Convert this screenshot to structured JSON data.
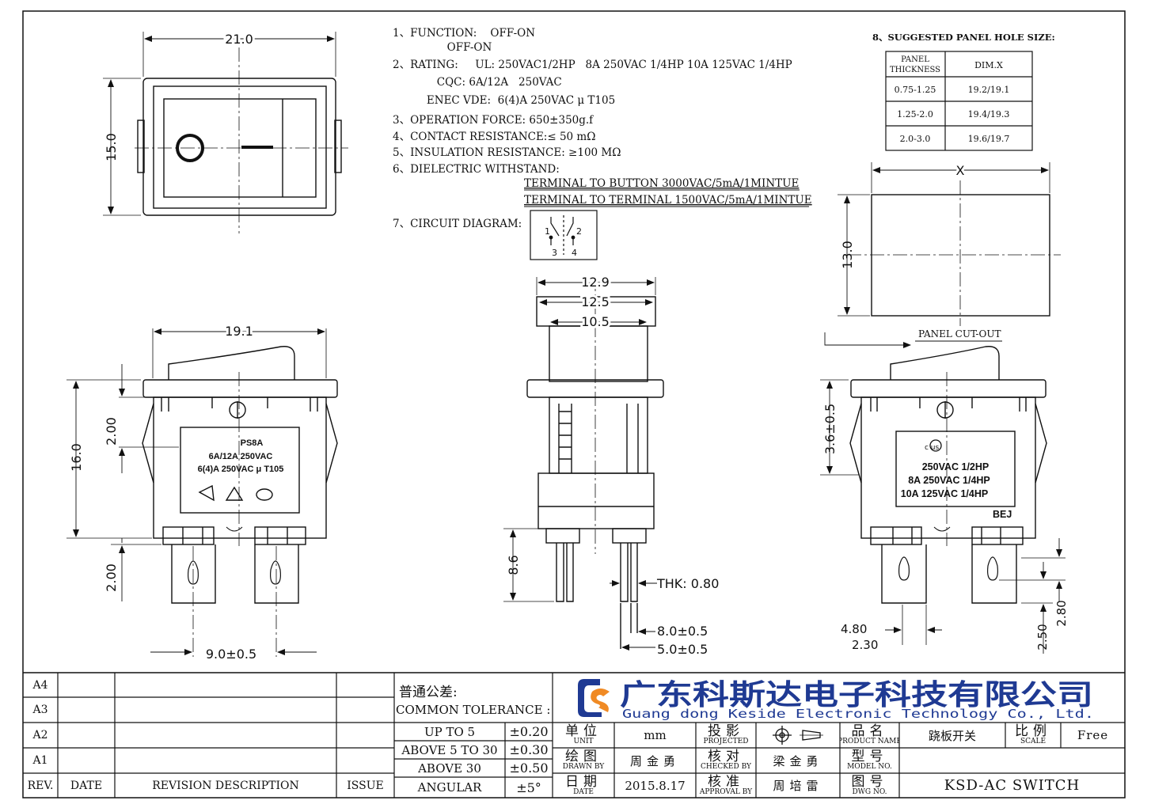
{
  "views": {
    "top_view": {
      "dim_width": "21.0",
      "dim_height": "15.0"
    },
    "front_view": {
      "dim_width": "19.1",
      "dim_height": "16.0",
      "dim_upper": "2.00",
      "dim_lower": "2.00",
      "dim_pitch": "9.0±0.5",
      "label_lines": [
        "PS8A",
        "6A/12A 250VAC",
        "6(4)A 250VAC μ T105"
      ]
    },
    "side_view": {
      "dim_outer": "12.9",
      "dim_mid": "12.5",
      "dim_inner": "10.5",
      "dim_pin": "8.6",
      "thk": "THK: 0.80",
      "dim_a": "8.0±0.5",
      "dim_b": "5.0±0.5"
    },
    "right_view": {
      "dim_height": "3.6±0.5",
      "label_lines": [
        "250VAC 1/2HP",
        "8A 250VAC 1/4HP",
        "10A 125VAC 1/4HP"
      ],
      "mark": "BEJ",
      "ul_mark": "c  us",
      "dim_480": "4.80",
      "dim_230": "2.30",
      "dim_250": "2.50",
      "dim_280": "2.80"
    },
    "panel_cutout": {
      "dim_x": "X",
      "dim_height": "13.0",
      "label": "PANEL CUT-OUT"
    }
  },
  "specs": [
    "1、FUNCTION:    OFF-ON",
    "                OFF-ON",
    "2、RATING:     UL: 250VAC1/2HP   8A 250VAC 1/4HP 10A 125VAC 1/4HP",
    "             CQC: 6A/12A   250VAC",
    "          ENEC VDE:  6(4)A 250VAC μ T105",
    "3、OPERATION FORCE: 650±350g.f",
    "4、CONTACT RESISTANCE:≤ 50 mΩ",
    "5、INSULATION RESISTANCE: ≥100 MΩ",
    "6、DIELECTRIC WITHSTAND:"
  ],
  "dielectric": [
    "TERMINAL TO BUTTON 3000VAC/5mA/1MINTUE",
    "TERMINAL TO TERMINAL 1500VAC/5mA/1MINTUE"
  ],
  "circuit": {
    "title": "7、CIRCUIT DIAGRAM:",
    "pins": [
      "1",
      "2",
      "3",
      "4"
    ]
  },
  "panel_hole": {
    "title": "8、SUGGESTED PANEL HOLE SIZE:",
    "headers": [
      "PANEL THICKNESS",
      "DIM.X"
    ],
    "rows": [
      [
        "0.75-1.25",
        "19.2/19.1"
      ],
      [
        "1.25-2.0",
        "19.4/19.3"
      ],
      [
        "2.0-3.0",
        "19.6/19.7"
      ]
    ]
  },
  "title_block": {
    "revisions": [
      "A4",
      "A3",
      "A2",
      "A1"
    ],
    "rev_header": {
      "rev": "REV.",
      "date": "DATE",
      "desc": "REVISION DESCRIPTION",
      "issue": "ISSUE"
    },
    "tolerance_title_cn": "普通公差:",
    "tolerance_title_en": "COMMON TOLERANCE :",
    "tolerances": [
      [
        "UP TO 5",
        "±0.20"
      ],
      [
        "ABOVE 5 TO 30",
        "±0.30"
      ],
      [
        "ABOVE 30",
        "±0.50"
      ],
      [
        "ANGULAR",
        "±5°"
      ]
    ],
    "company_cn": "广东科斯达电子科技有限公司",
    "company_en": "Guang dong Keside  Electronic Technology Co., Ltd.",
    "unit_cn": "单位",
    "unit_en": "UNIT",
    "unit_value": "mm",
    "projected_cn": "投影",
    "projected_en": "PROJECTED",
    "product_cn": "品名",
    "product_en": "PRODUCT NAME",
    "product_value": "跷板开关",
    "scale_cn": "比例",
    "scale_en": "SCALE",
    "scale_value": "Free",
    "drawn_cn": "绘图",
    "drawn_en": "DRAWN BY",
    "drawn_value": "周金勇",
    "checked_cn": "核对",
    "checked_en": "CHECKED BY",
    "checked_value": "梁金勇",
    "model_cn": "型号",
    "model_en": "MODEL NO.",
    "date_cn": "日期",
    "date_en": "DATE",
    "date_value": "2015.8.17",
    "approval_cn": "核准",
    "approval_en": "APPROVAL BY",
    "approval_value": "周培雷",
    "dwg_cn": "图号",
    "dwg_en": "DWG NO.",
    "dwg_value": "KSD-AC SWITCH"
  },
  "colors": {
    "logo_blue": "#1f3a93",
    "logo_orange": "#f08a24",
    "ink": "#111111"
  }
}
